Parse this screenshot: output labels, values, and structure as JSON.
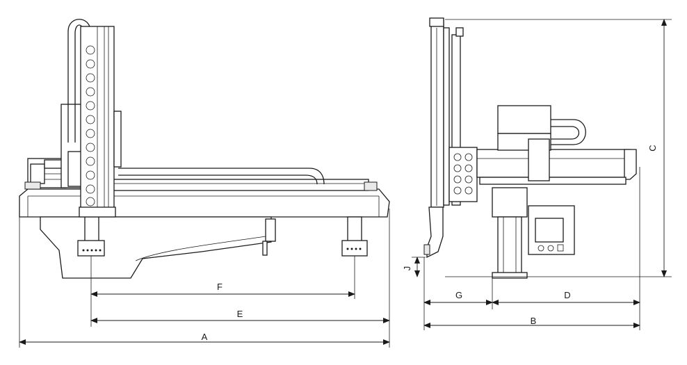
{
  "dimension_labels": {
    "a": "A",
    "b": "B",
    "c": "C",
    "d": "D",
    "e": "E",
    "f": "F",
    "g": "G",
    "j": "J"
  }
}
